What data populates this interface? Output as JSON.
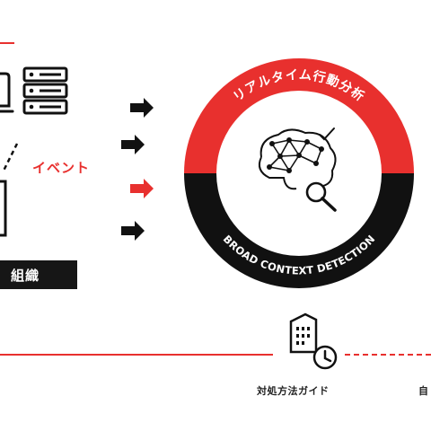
{
  "colors": {
    "accent": "#e8302e",
    "dark": "#111111"
  },
  "left": {
    "org_label": "組織",
    "event_label": "イベント",
    "icons": [
      "laptop-icon",
      "server-icon",
      "device-icon"
    ]
  },
  "arrows": [
    "black",
    "black",
    "red",
    "black"
  ],
  "ring": {
    "top_text": "リアルタイム行動分析",
    "bottom_text": "BROAD CONTEXT DETECTION",
    "center_icon": "brain-network-magnifier-icon"
  },
  "bottom": {
    "guide_label": "対処方法ガイド",
    "guide_icon": "building-clock-icon",
    "next_label": "自"
  }
}
